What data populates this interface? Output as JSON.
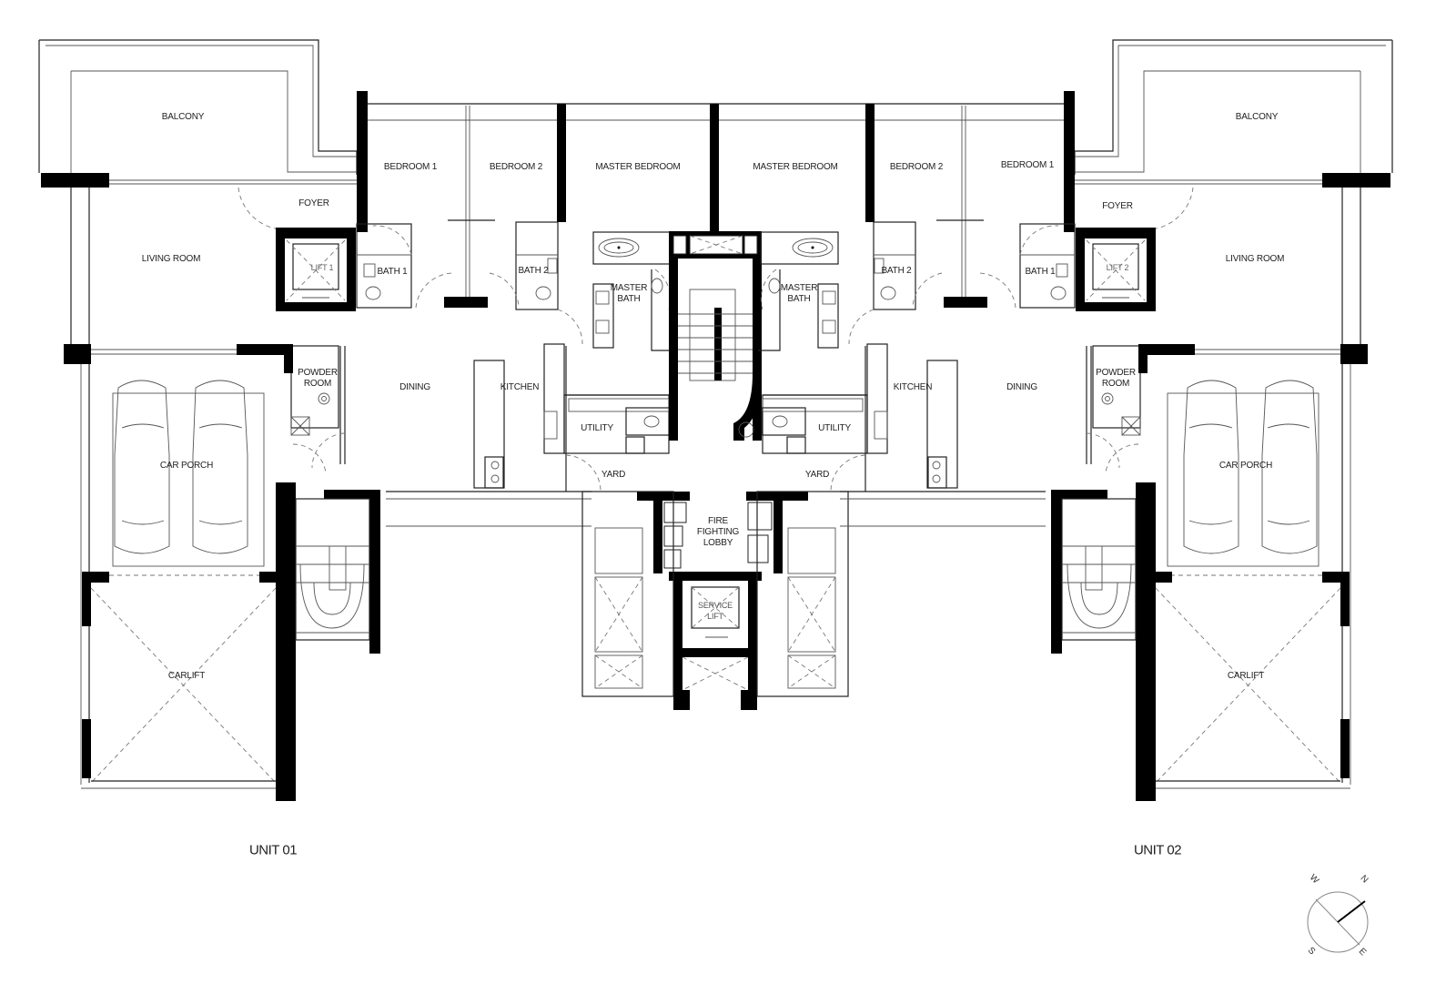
{
  "plan": {
    "units": [
      {
        "id": "unit-01",
        "label": "UNIT 01",
        "rooms": {
          "balcony": "BALCONY",
          "foyer": "FOYER",
          "living_room": "LIVING ROOM",
          "lift": "LIFT 1",
          "bedroom_1": "BEDROOM 1",
          "bath_1": "BATH 1",
          "bedroom_2": "BEDROOM 2",
          "bath_2": "BATH 2",
          "master_bedroom": "MASTER BEDROOM",
          "master_bath": "MASTER\nBATH",
          "powder_room": "POWDER\nROOM",
          "dining": "DINING",
          "kitchen": "KITCHEN",
          "utility": "UTILITY",
          "yard": "YARD",
          "car_porch": "CAR PORCH",
          "carlift": "CARLIFT"
        }
      },
      {
        "id": "unit-02",
        "label": "UNIT 02",
        "rooms": {
          "balcony": "BALCONY",
          "foyer": "FOYER",
          "living_room": "LIVING ROOM",
          "lift": "LIFT 2",
          "bedroom_1": "BEDROOM 1",
          "bath_1": "BATH 1",
          "bedroom_2": "BEDROOM 2",
          "bath_2": "BATH 2",
          "master_bedroom": "MASTER BEDROOM",
          "master_bath": "MASTER\nBATH",
          "powder_room": "POWDER\nROOM",
          "dining": "DINING",
          "kitchen": "KITCHEN",
          "utility": "UTILITY",
          "yard": "YARD",
          "car_porch": "CAR PORCH",
          "carlift": "CARLIFT"
        }
      }
    ],
    "common": {
      "fire_fighting_lobby": "FIRE\nFIGHTING\nLOBBY",
      "service_lift": "SERVICE\nLIFT"
    },
    "compass": {
      "n": "N",
      "e": "E",
      "s": "S",
      "w": "W"
    },
    "colors": {
      "wall": "#000000",
      "line": "#222222",
      "background": "#ffffff"
    }
  }
}
